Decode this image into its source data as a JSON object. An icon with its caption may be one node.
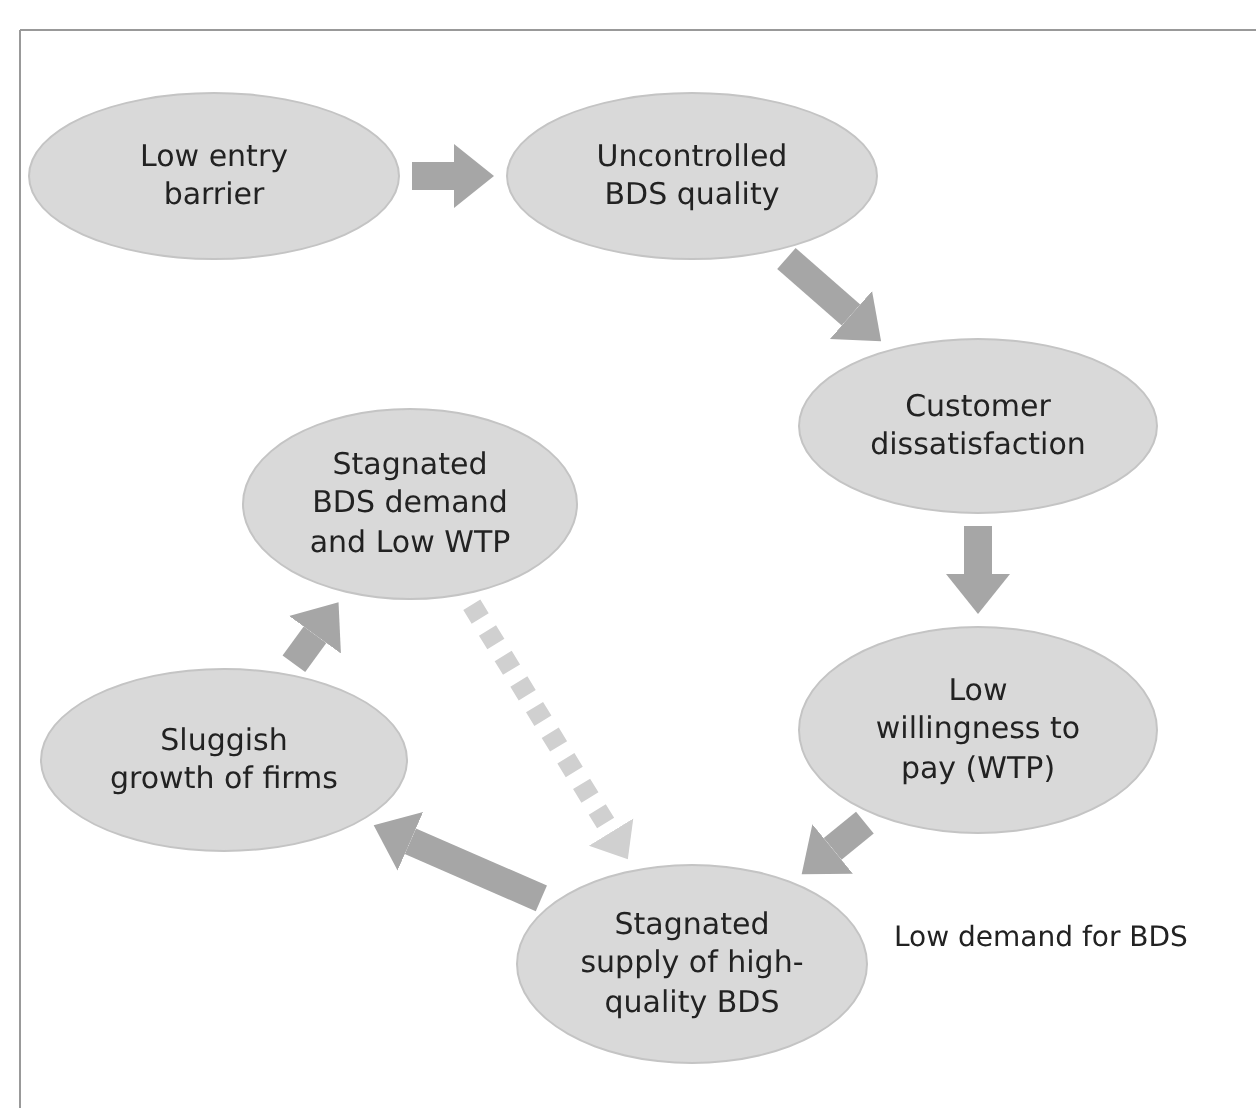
{
  "diagram": {
    "nodes": [
      {
        "text": [
          "Low entry barrier"
        ]
      },
      {
        "text": [
          "Uncontrolled BDS quality"
        ]
      },
      {
        "text": [
          "Customer dissatisfaction"
        ]
      },
      {
        "text": [
          "Low willingness to pay (WTP)"
        ]
      },
      {
        "text": [
          "Stagnated supply of high-quality BDS"
        ]
      },
      {
        "text": [
          "Sluggish growth of firms"
        ]
      },
      {
        "text": [
          "Stagnated BDS demand and Low WTP"
        ]
      }
    ],
    "edges": [
      {
        "from": 0,
        "to": 1,
        "arrow": "to"
      },
      {
        "from": 1,
        "to": 2,
        "arrow": "to"
      },
      {
        "from": 2,
        "to": 3,
        "arrow": "to"
      },
      {
        "from": 3,
        "to": 4,
        "arrow": "to"
      },
      {
        "from": 4,
        "to": 5,
        "arrow": "to"
      },
      {
        "from": 5,
        "to": 6,
        "arrow": "to"
      },
      {
        "from": 6,
        "to": 4,
        "arrow": "to",
        "style": "dashed",
        "color": "#d0d0d0"
      }
    ],
    "labels": [
      "Low demand for BDS"
    ]
  }
}
